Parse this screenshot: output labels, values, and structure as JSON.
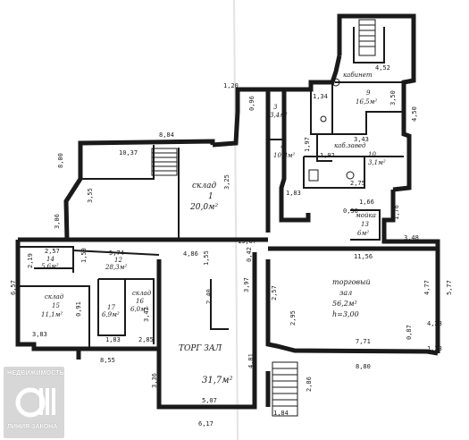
{
  "plan": {
    "rooms": [
      {
        "id": "sklad1",
        "lines": [
          "склад",
          "1",
          "20,0м²"
        ]
      },
      {
        "id": "torgovyj",
        "lines": [
          "торговый",
          "зал",
          "56,2м²",
          "h=3,00"
        ]
      },
      {
        "id": "torg_zal",
        "lines": [
          "ТОРГ ЗАЛ",
          "31,7м²"
        ]
      },
      {
        "id": "sklad15",
        "lines": [
          "склад",
          "15",
          "11,1м²"
        ]
      },
      {
        "id": "r14",
        "lines": [
          "14",
          "5,6м²"
        ]
      },
      {
        "id": "r12",
        "lines": [
          "12",
          "28,3м²"
        ]
      },
      {
        "id": "r17",
        "lines": [
          "17",
          "6,9м²"
        ]
      },
      {
        "id": "sklad16",
        "lines": [
          "склад",
          "16",
          "6,0м²"
        ]
      },
      {
        "id": "kabinet",
        "lines": [
          "кабинет",
          "9",
          "16,5м²"
        ]
      },
      {
        "id": "kab_zaved",
        "lines": [
          "каб.завед",
          "10",
          "3,1м²"
        ]
      },
      {
        "id": "moika",
        "lines": [
          "мойка",
          "13",
          "6м²"
        ]
      },
      {
        "id": "r3",
        "lines": [
          "3",
          "3,4м²"
        ]
      },
      {
        "id": "r4",
        "lines": [
          "4",
          "10,8м²"
        ]
      }
    ],
    "dimensions": [
      "8,84",
      "8,00",
      "10,37",
      "3,55",
      "3,06",
      "3,25",
      "2,57",
      "2,19",
      "1,50",
      "5,74",
      "4,86",
      "1,55",
      "13,07",
      "0,42",
      "3,97",
      "2,40",
      "6,57",
      "3,83",
      "8,55",
      "1,83",
      "2,85",
      "3,42",
      "5,07",
      "6,17",
      "3,36",
      "4,81",
      "2,57",
      "2,95",
      "0,87",
      "7,71",
      "4,28",
      "8,80",
      "1,28",
      "2,86",
      "1,84",
      "11,56",
      "3,48",
      "4,77",
      "5,77",
      "1,66",
      "0,38",
      "1,76",
      "1,83",
      "2,75",
      "4,50",
      "3,43",
      "1,92",
      "1,97",
      "4,52",
      "3,50",
      "1,34",
      "1,20",
      "0,96",
      "0,91"
    ]
  },
  "watermark": {
    "top": "НЕДВИЖИМОСТЬ",
    "bottom": "ЛИНИЯ ЗАКОНА"
  }
}
